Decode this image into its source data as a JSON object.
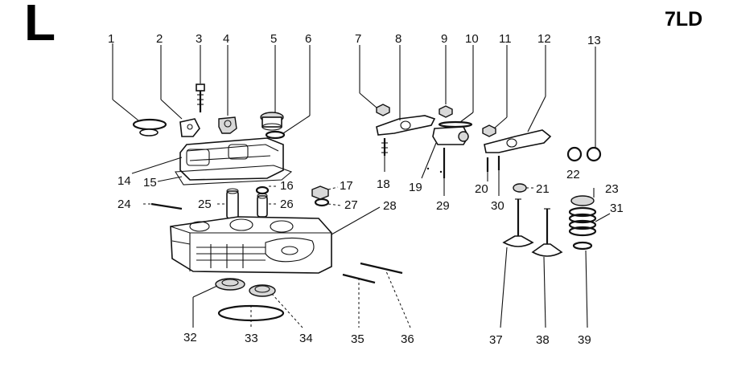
{
  "section_letter": "L",
  "model": "7LD",
  "callouts": [
    "1",
    "2",
    "3",
    "4",
    "5",
    "6",
    "7",
    "8",
    "9",
    "10",
    "11",
    "12",
    "13",
    "14",
    "15",
    "16",
    "17",
    "18",
    "19",
    "20",
    "21",
    "22",
    "23",
    "24",
    "25",
    "26",
    "27",
    "28",
    "29",
    "30",
    "31",
    "32",
    "33",
    "34",
    "35",
    "36",
    "37",
    "38",
    "39"
  ]
}
